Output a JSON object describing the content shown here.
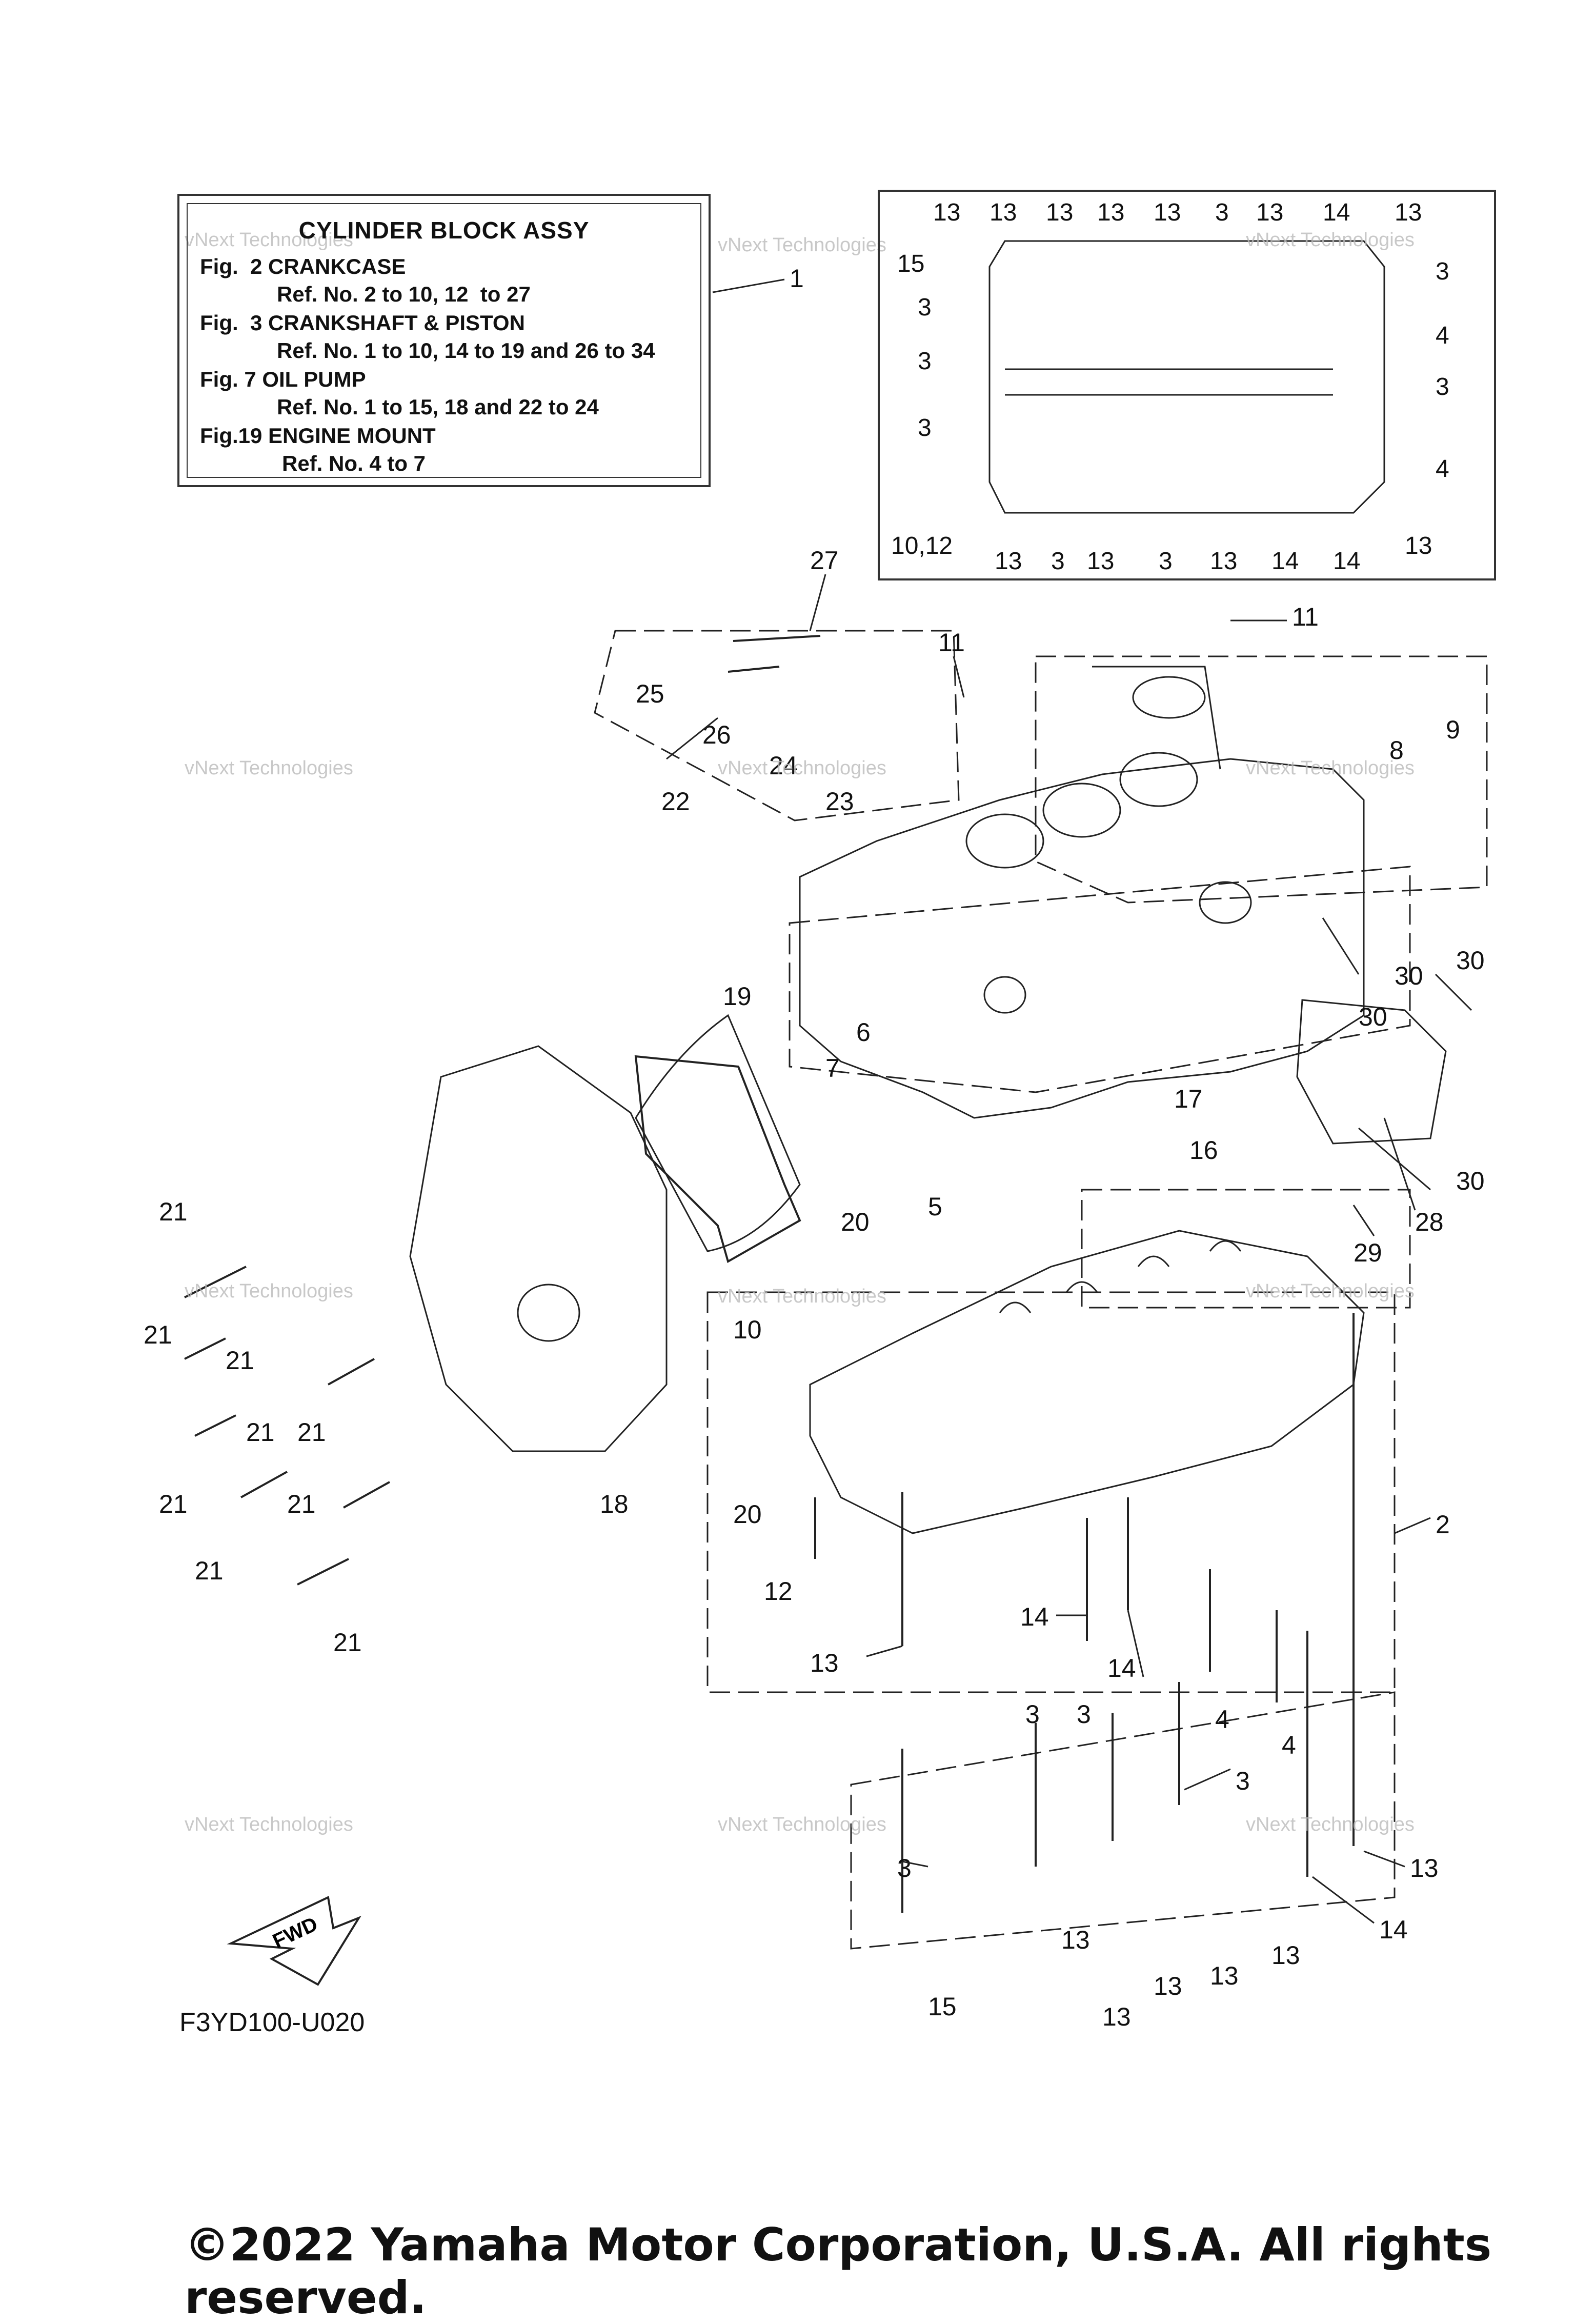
{
  "legend": {
    "title": "CYLINDER BLOCK ASSY",
    "lines": [
      "Fig.  2 CRANKCASE",
      "Ref. No. 2 to 10, 12  to 27",
      "Fig.  3 CRANKSHAFT & PISTON",
      "Ref. No. 1 to 10, 14 to 19 and 26 to 34",
      "Fig. 7 OIL PUMP",
      "Ref. No. 1 to 15, 18 and 22 to 24",
      "Fig.19 ENGINE MOUNT",
      "Ref. No. 4 to 7"
    ]
  },
  "inset_callouts": [
    "13",
    "13",
    "13",
    "13",
    "13",
    "3",
    "13",
    "14",
    "13",
    "15",
    "3",
    "3",
    "3",
    "3",
    "4",
    "3",
    "4",
    "10,12",
    "13",
    "3",
    "13",
    "3",
    "13",
    "14",
    "14",
    "13"
  ],
  "main_callouts": [
    "1",
    "27",
    "11",
    "11",
    "25",
    "26",
    "24",
    "23",
    "22",
    "8",
    "9",
    "19",
    "7",
    "6",
    "5",
    "17",
    "16",
    "30",
    "30",
    "30",
    "30",
    "28",
    "29",
    "21",
    "21",
    "21",
    "21",
    "21",
    "21",
    "21",
    "21",
    "21",
    "20",
    "10",
    "18",
    "20",
    "12",
    "2",
    "14",
    "14",
    "13",
    "4",
    "4",
    "3",
    "3",
    "3",
    "3",
    "13",
    "14",
    "13",
    "13",
    "13",
    "13",
    "15",
    "13"
  ],
  "fwd_label": "FWD",
  "diagram_code": "F3YD100-U020",
  "watermark": [
    "vNext Technologies",
    "vNext",
    "Technologies"
  ],
  "copyright": "©2022 Yamaha Motor Corporation, U.S.A. All rights reserved.",
  "colors": {
    "line": "#222222",
    "watermark": "#bbbbbb"
  }
}
